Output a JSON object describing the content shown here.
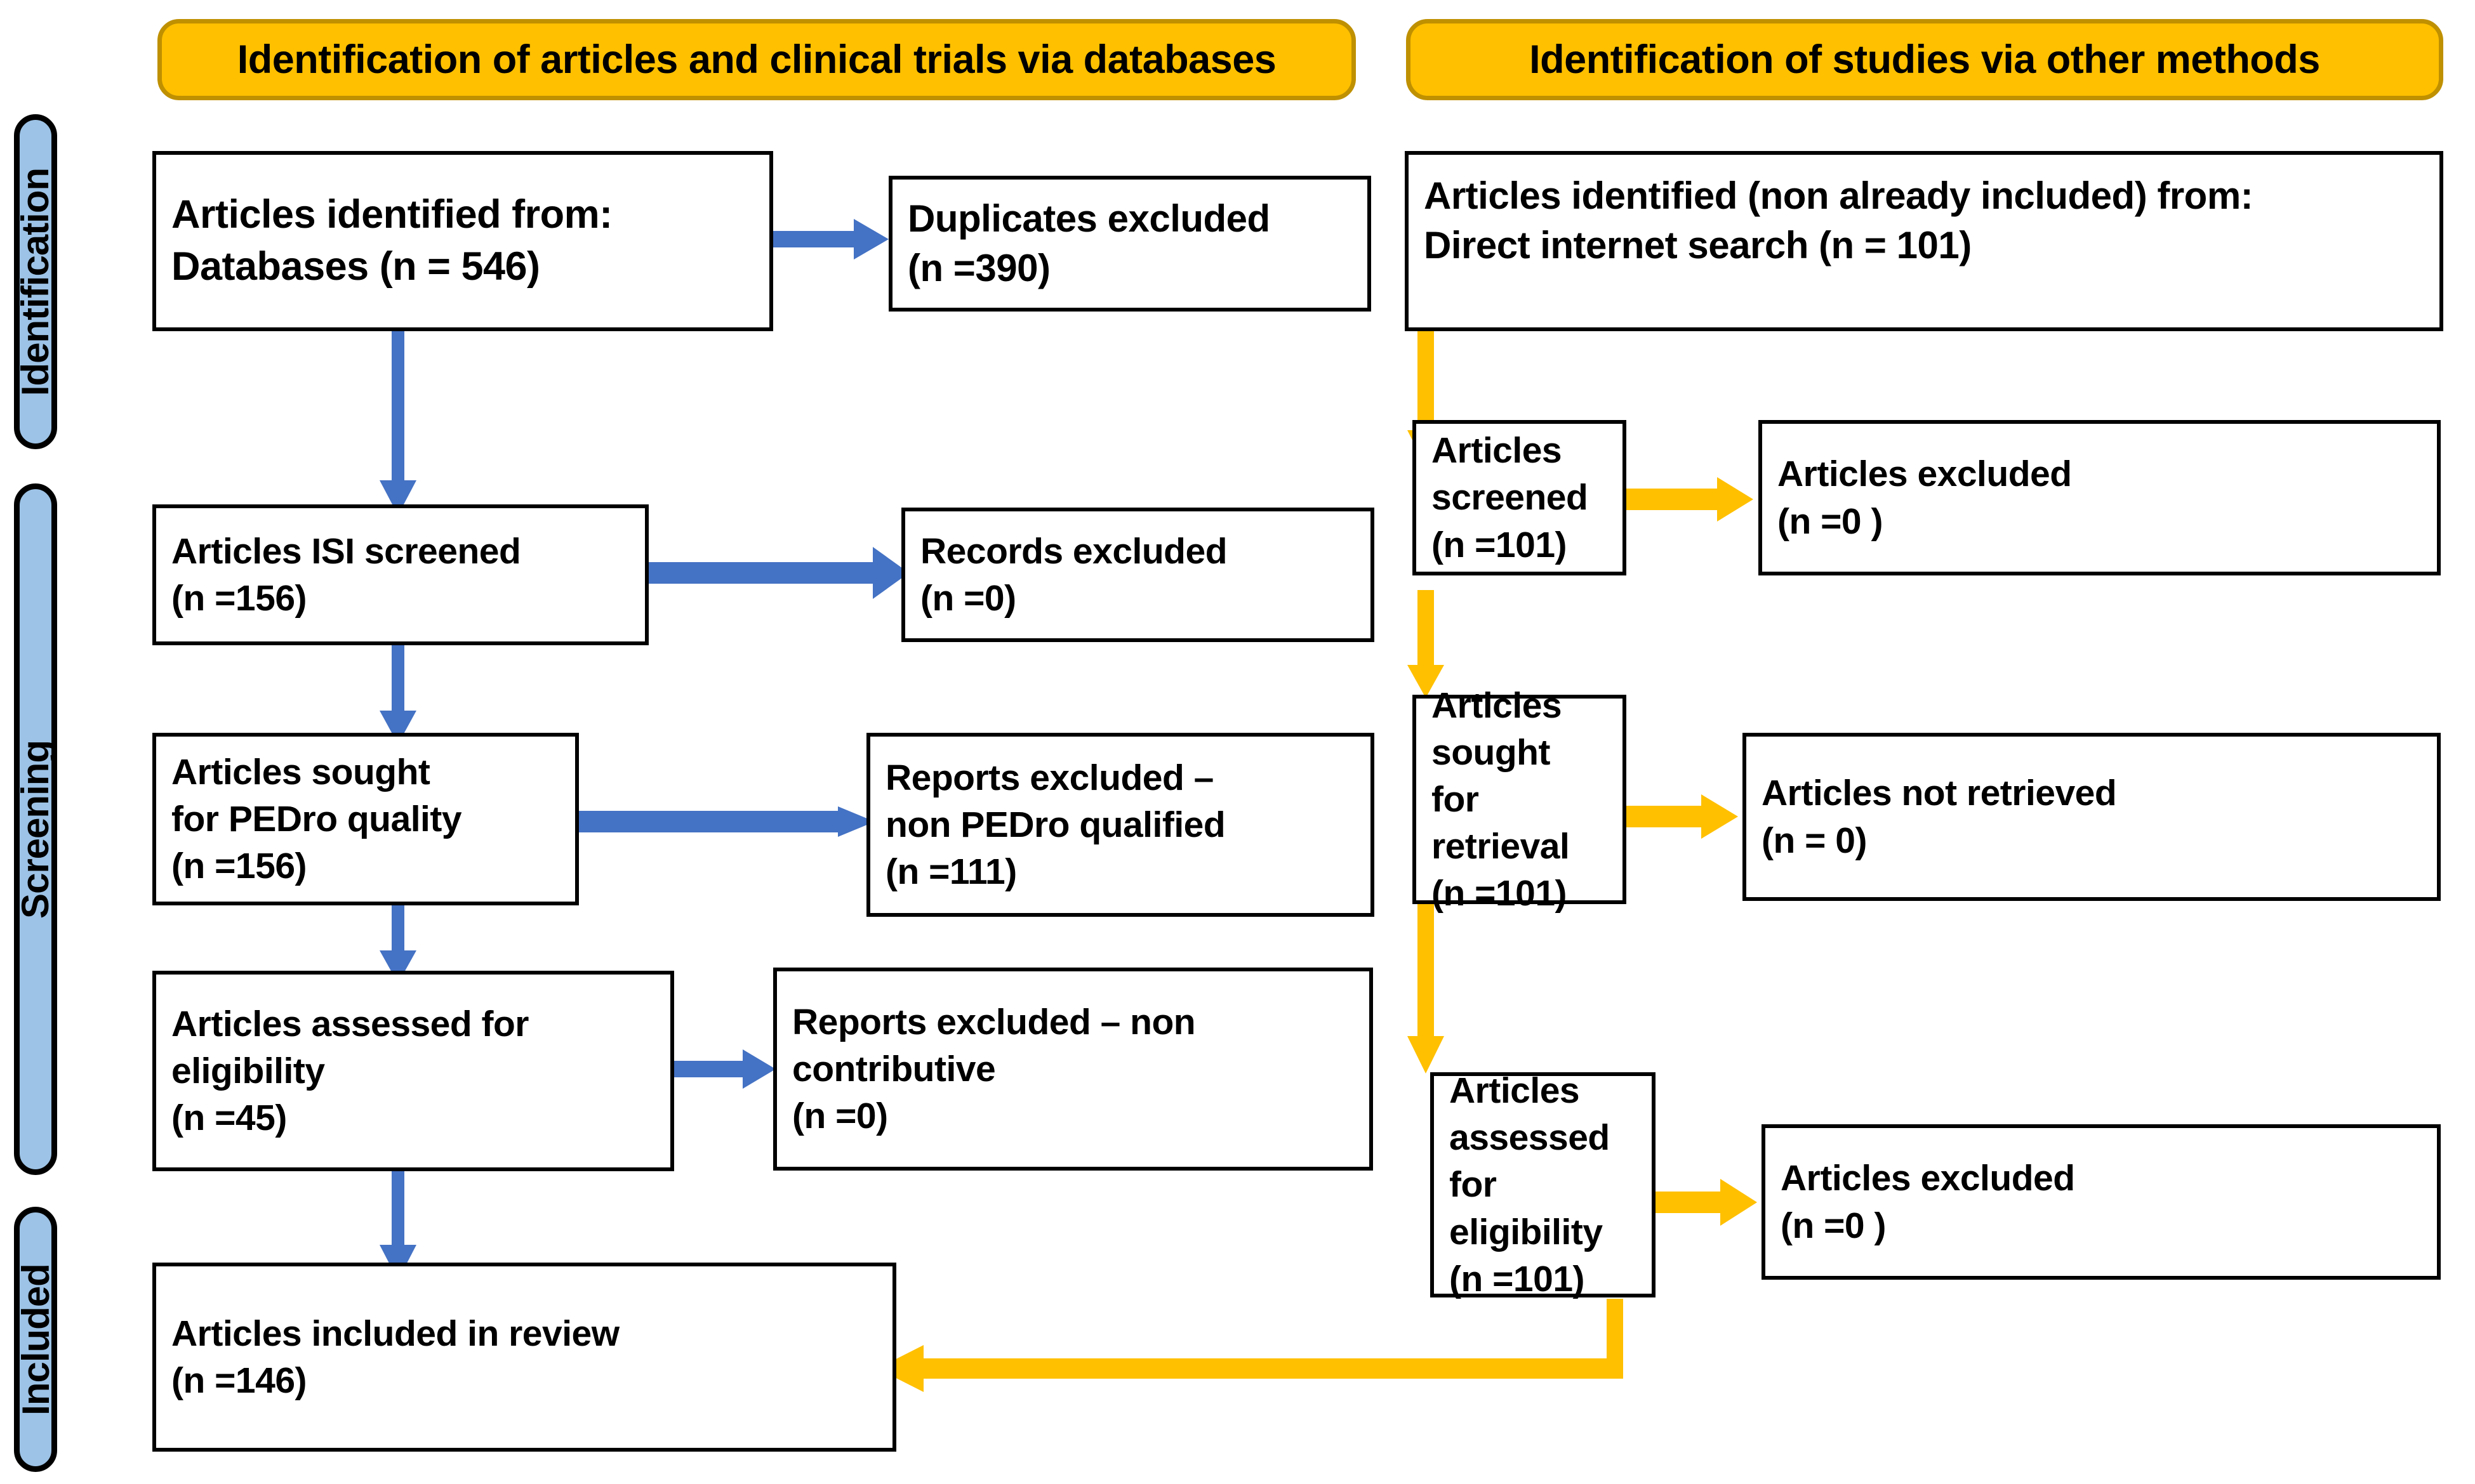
{
  "colors": {
    "banner_fill": "#FFC000",
    "banner_border": "#BF9000",
    "phase_fill": "#9DC3E6",
    "box_border": "#000000",
    "arrow_blue": "#4472C4",
    "arrow_yellow": "#FFC000",
    "background": "#FFFFFF"
  },
  "banners": {
    "left": "Identification of articles and clinical trials via databases",
    "right": "Identification of studies via other methods"
  },
  "phases": [
    {
      "name": "identification",
      "label": "Identification"
    },
    {
      "name": "screening",
      "label": "Screening"
    },
    {
      "name": "included",
      "label": "Included"
    }
  ],
  "left_column": {
    "identified": {
      "line1": "Articles identified from:",
      "line2": "Databases (n = 546)"
    },
    "duplicates_excluded": {
      "line1": "Duplicates excluded",
      "line2": "(n =390)"
    },
    "isi_screened": {
      "line1": "Articles ISI screened",
      "line2": "(n =156)"
    },
    "records_excluded": {
      "line1": "Records excluded",
      "line2": "(n =0)"
    },
    "sought_pedro": {
      "line1": "Articles sought",
      "line2": "for PEDro quality",
      "line3": "(n =156)"
    },
    "reports_excluded_pedro": {
      "line1": "Reports excluded –",
      "line2": "non PEDro qualified",
      "line3": "(n =111)"
    },
    "assessed_eligibility": {
      "line1": "Articles assessed for",
      "line2": "eligibility",
      "line3": "(n =45)"
    },
    "reports_excluded_noncontrib": {
      "line1": "Reports excluded – non",
      "line2": "contributive",
      "line3": "(n =0)"
    },
    "included_review": {
      "line1": "Articles included in review",
      "line2": "(n =146)"
    }
  },
  "right_column": {
    "identified_other": {
      "line1": "Articles identified (non already included) from:",
      "line2": "Direct internet search (n = 101)"
    },
    "screened": {
      "line1": "Articles screened",
      "line2": "(n =101)"
    },
    "excluded_screened": {
      "line1": "Articles excluded",
      "line2": "(n =0 )"
    },
    "sought_retrieval": {
      "line1": "Articles sought",
      "line2": "for retrieval",
      "line3": "(n =101)"
    },
    "not_retrieved": {
      "line1": "Articles not retrieved",
      "line2": "(n = 0)"
    },
    "assessed_eligibility": {
      "line1": "Articles assessed",
      "line2": "for eligibility",
      "line3": "(n =101)"
    },
    "excluded_eligibility": {
      "line1": "Articles excluded",
      "line2": "(n =0 )"
    }
  }
}
